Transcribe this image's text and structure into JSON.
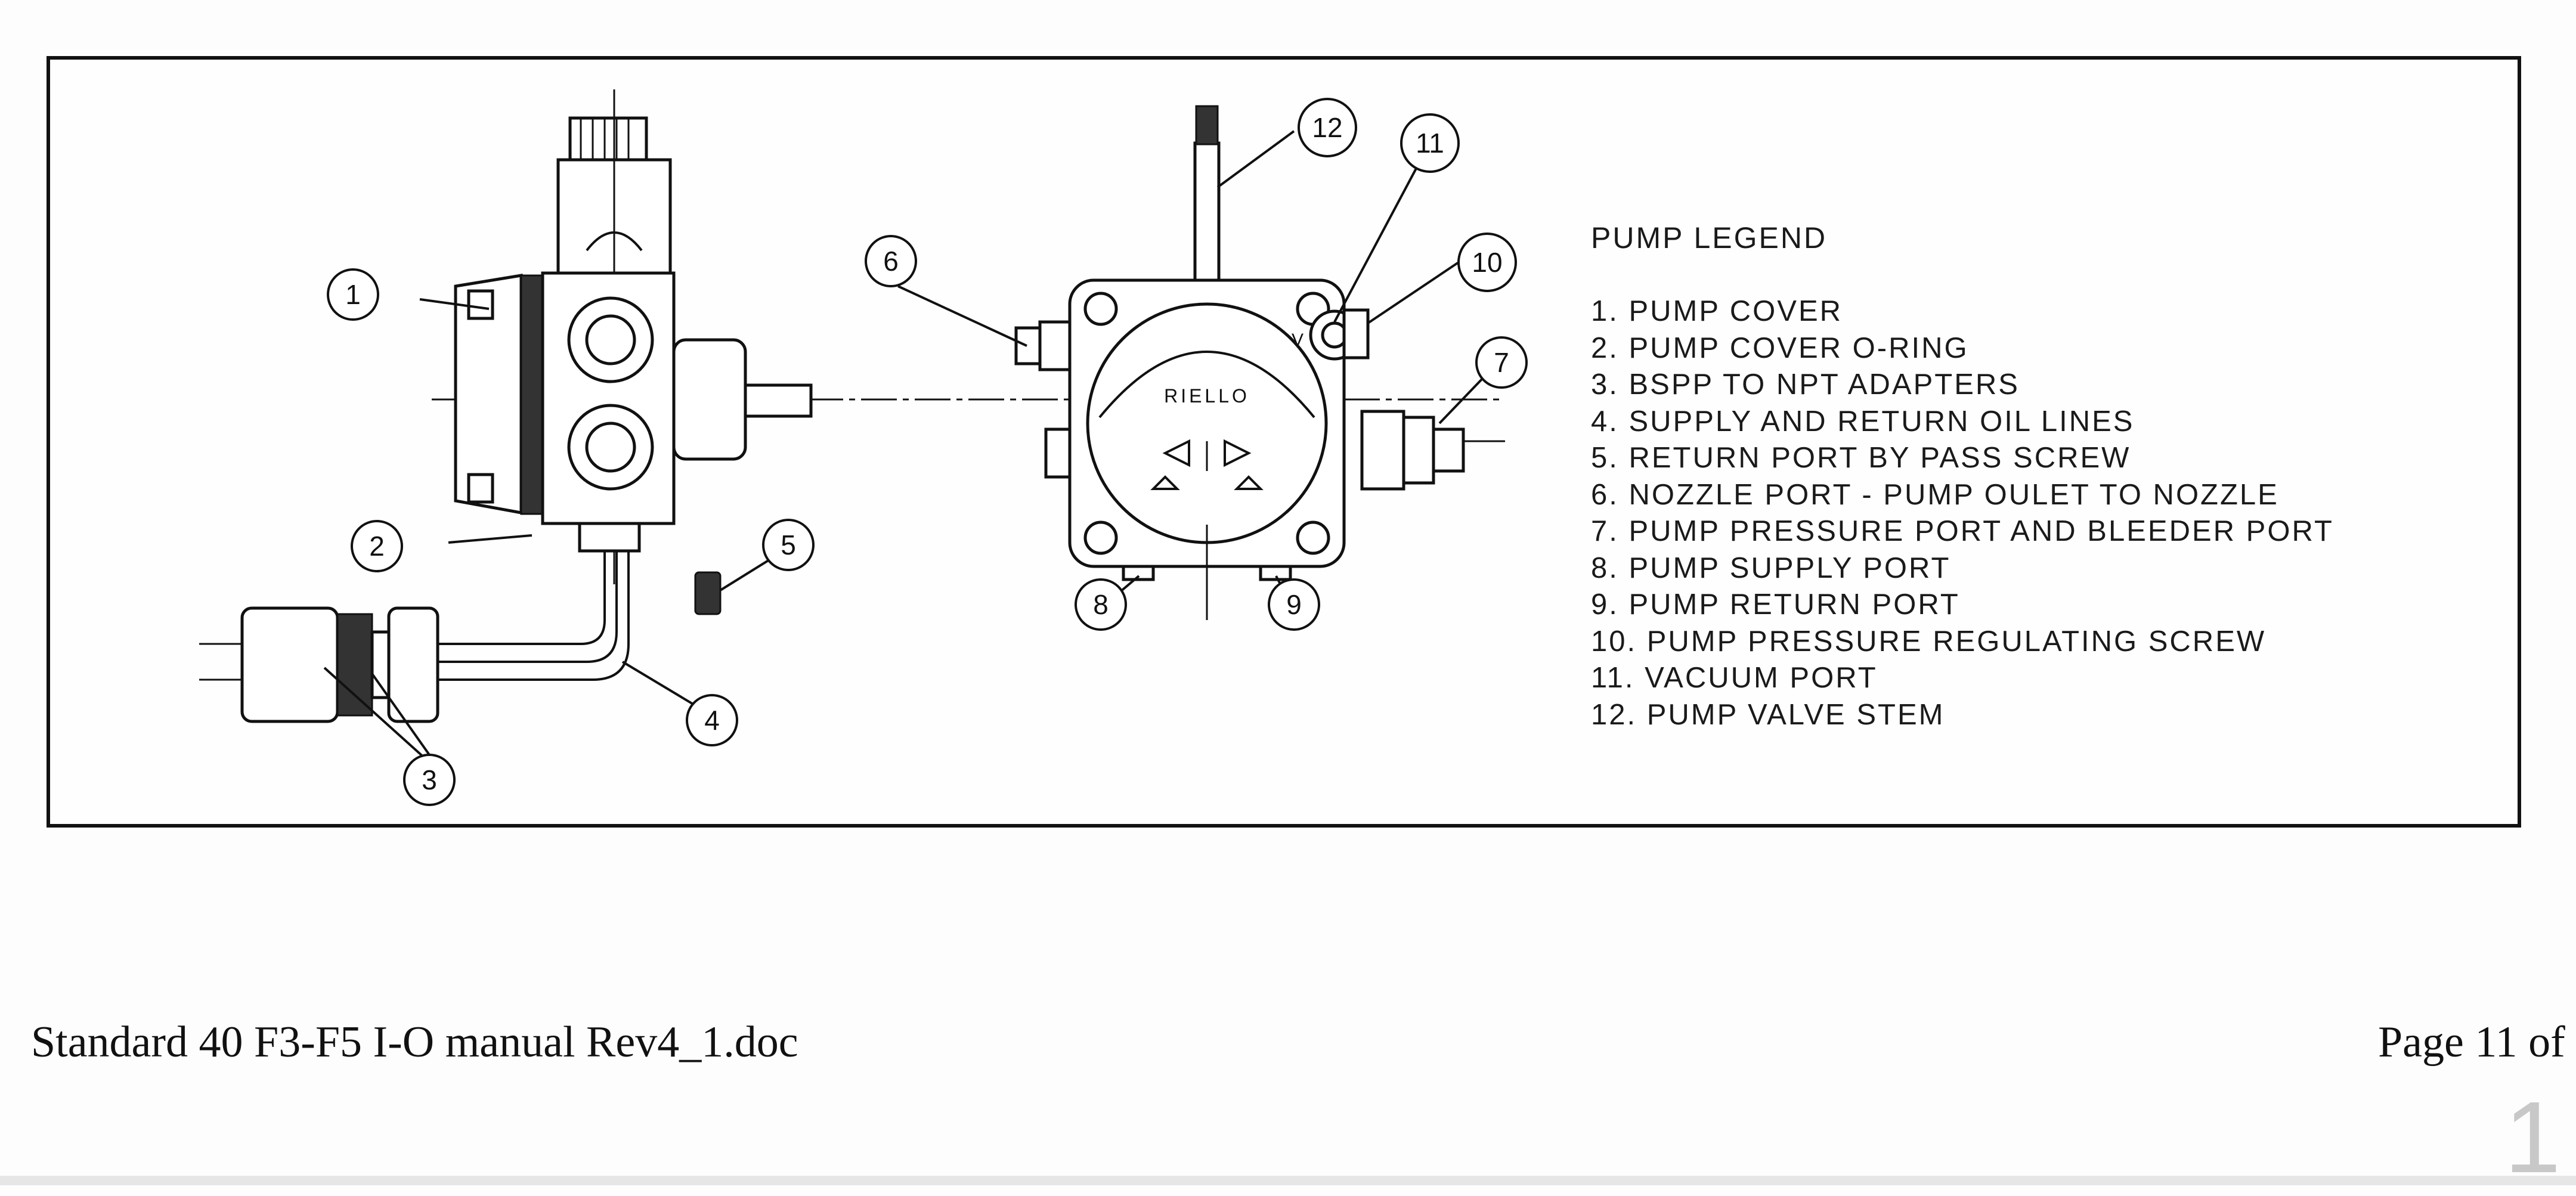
{
  "legend": {
    "title": "PUMP LEGEND",
    "items": [
      "1. PUMP COVER",
      "2. PUMP COVER O-RING",
      "3. BSPP TO NPT ADAPTERS",
      "4. SUPPLY AND RETURN OIL LINES",
      "5. RETURN PORT BY PASS SCREW",
      "6. NOZZLE PORT - PUMP OULET TO NOZZLE",
      "7. PUMP PRESSURE PORT AND BLEEDER PORT",
      "8. PUMP SUPPLY PORT",
      "9. PUMP RETURN PORT",
      "10. PUMP PRESSURE REGULATING SCREW",
      "11. VACUUM PORT",
      "12. PUMP VALVE STEM"
    ]
  },
  "diagram": {
    "brand_label": "RIELLO",
    "port_label_v": "V",
    "callouts": [
      "1",
      "2",
      "3",
      "4",
      "5",
      "6",
      "7",
      "8",
      "9",
      "10",
      "11",
      "12"
    ],
    "icons": {
      "pump_side_view": "pump-side-view-drawing",
      "pump_front_view": "pump-front-view-drawing"
    }
  },
  "footer": {
    "document_name": "Standard 40 F3-F5 I-O manual Rev4_1.doc",
    "page_label": "Page 11 of",
    "page_number_partial": "1"
  }
}
